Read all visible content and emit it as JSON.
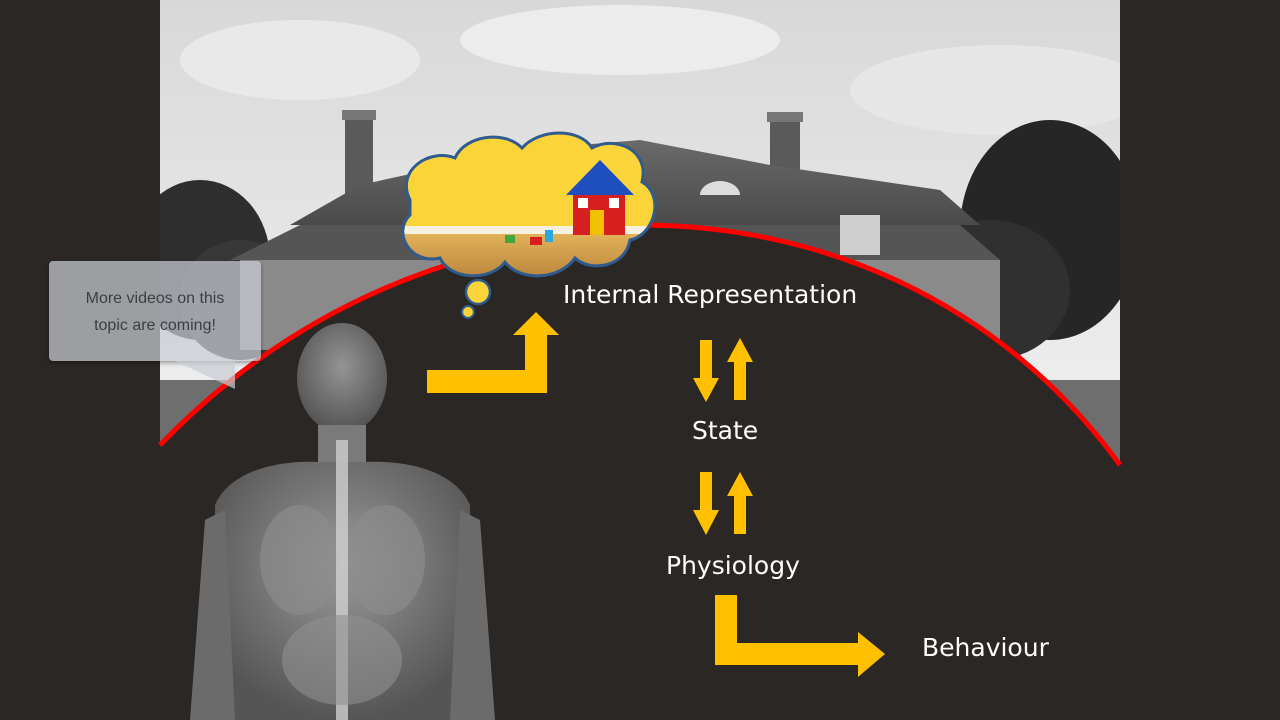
{
  "diagram": {
    "nodes": {
      "internal_representation": "Internal Representation",
      "state": "State",
      "physiology": "Physiology",
      "behaviour": "Behaviour"
    },
    "callout": {
      "line1": "More videos on this",
      "line2": "topic are coming!"
    },
    "colors": {
      "background": "#2b2725",
      "arrow": "#ffc000",
      "horizon_curve": "#ff0000",
      "thought_bubble": "#fbd43a",
      "text": "#ffffff"
    },
    "icons": [
      "house-photo",
      "thought-bubble",
      "human-body-xray",
      "toy-house"
    ]
  }
}
